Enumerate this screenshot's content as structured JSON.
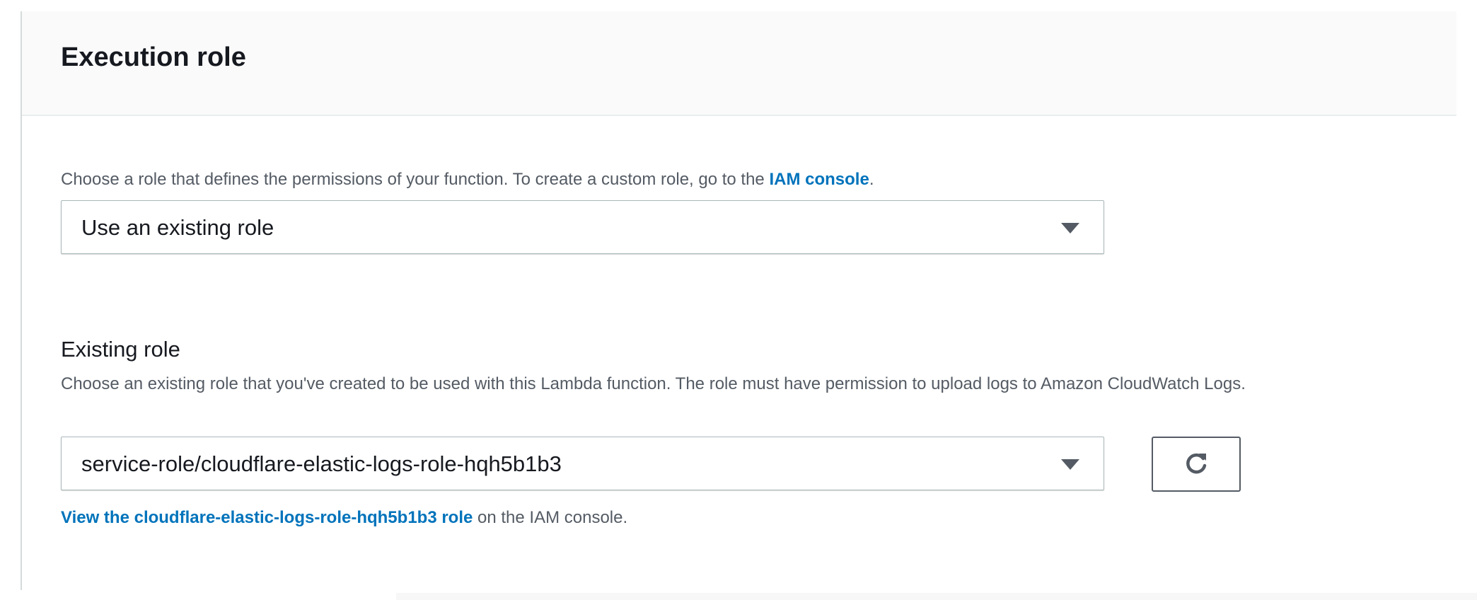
{
  "section": {
    "title": "Execution role"
  },
  "role_choice": {
    "description": "Choose a role that defines the permissions of your function. To create a custom role, go to the ",
    "link": "IAM console",
    "suffix": ".",
    "selected": "Use an existing role"
  },
  "existing_role": {
    "label": "Existing role",
    "description": "Choose an existing role that you've created to be used with this Lambda function. The role must have permission to upload logs to Amazon CloudWatch Logs.",
    "selected": "service-role/cloudflare-elastic-logs-role-hqh5b1b3",
    "refresh_icon": "refresh-icon",
    "view_link": "View the cloudflare-elastic-logs-role-hqh5b1b3 role",
    "view_suffix": " on the IAM console."
  },
  "colors": {
    "link": "#0073bb",
    "text": "#16191f",
    "muted": "#545b64"
  }
}
